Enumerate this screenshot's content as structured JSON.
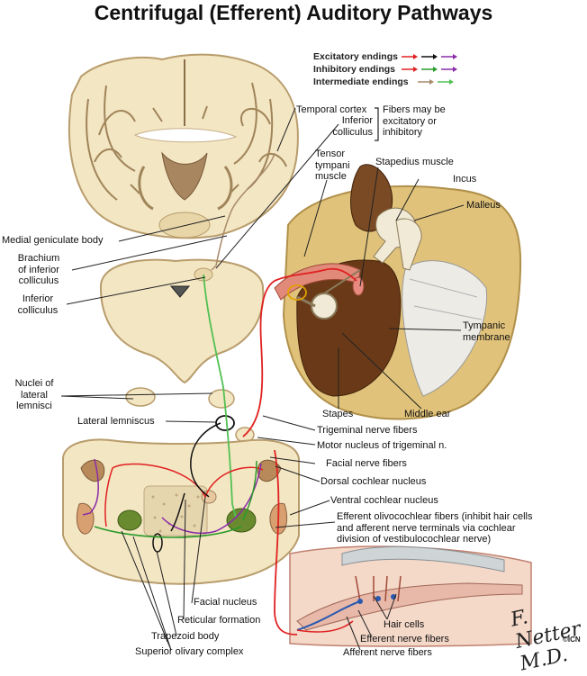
{
  "title": "Centrifugal (Efferent) Auditory Pathways",
  "legend": [
    {
      "label": "Excitatory endings",
      "colors": [
        "#e02020",
        "#111111",
        "#8a2aa8"
      ]
    },
    {
      "label": "Inhibitory endings",
      "colors": [
        "#e02020",
        "#2a9a2a",
        "#8a2aa8"
      ]
    },
    {
      "label": "Intermediate endings",
      "colors": [
        "#a88a6a",
        "#52c052"
      ]
    }
  ],
  "labels": {
    "temporal_cortex": "Temporal cortex",
    "inferior_colliculus_top": "Inferior\ncolliculus",
    "fibers_note": "Fibers may be\nexcitatory or\ninhibitory",
    "tensor_tympani": "Tensor\ntympani\nmuscle",
    "stapedius": "Stapedius muscle",
    "incus": "Incus",
    "malleus": "Malleus",
    "medial_geniculate": "Medial geniculate body",
    "brachium": "Brachium\nof inferior\ncolliculus",
    "inferior_colliculus": "Inferior\ncolliculus",
    "tympanic_membrane": "Tympanic\nmembrane",
    "nuclei_lateral_lemnisci": "Nuclei of\nlateral\nlemnisci",
    "stapes": "Stapes",
    "middle_ear": "Middle ear",
    "lateral_lemniscus": "Lateral lemniscus",
    "trigeminal_fibers": "Trigeminal nerve fibers",
    "motor_trigeminal": "Motor nucleus of trigeminal n.",
    "facial_fibers": "Facial nerve fibers",
    "dorsal_cochlear": "Dorsal cochlear nucleus",
    "ventral_cochlear": "Ventral cochlear nucleus",
    "efferent_olivocochlear": "Efferent olivocochlear fibers (inhibit hair cells\nand afferent nerve terminals via cochlear\ndivision of vestibulocochlear nerve)",
    "facial_nucleus": "Facial nucleus",
    "reticular_formation": "Reticular formation",
    "trapezoid_body": "Trapezoid body",
    "superior_olivary": "Superior olivary complex",
    "hair_cells": "Hair cells",
    "efferent_nerve": "Efferent nerve fibers",
    "afferent_nerve": "Afferent nerve fibers"
  },
  "signature": "F. Netter M.D.",
  "copyright": "©ICN",
  "colors": {
    "tissue": "#f3e6c3",
    "tissue_edge": "#b89c6c",
    "bone": "#e0c27a",
    "muscle": "#e28a7a",
    "red": "#e02020",
    "green": "#2a9a2a",
    "purple": "#8a2aa8",
    "black": "#111111",
    "light_green": "#6fd06f"
  }
}
